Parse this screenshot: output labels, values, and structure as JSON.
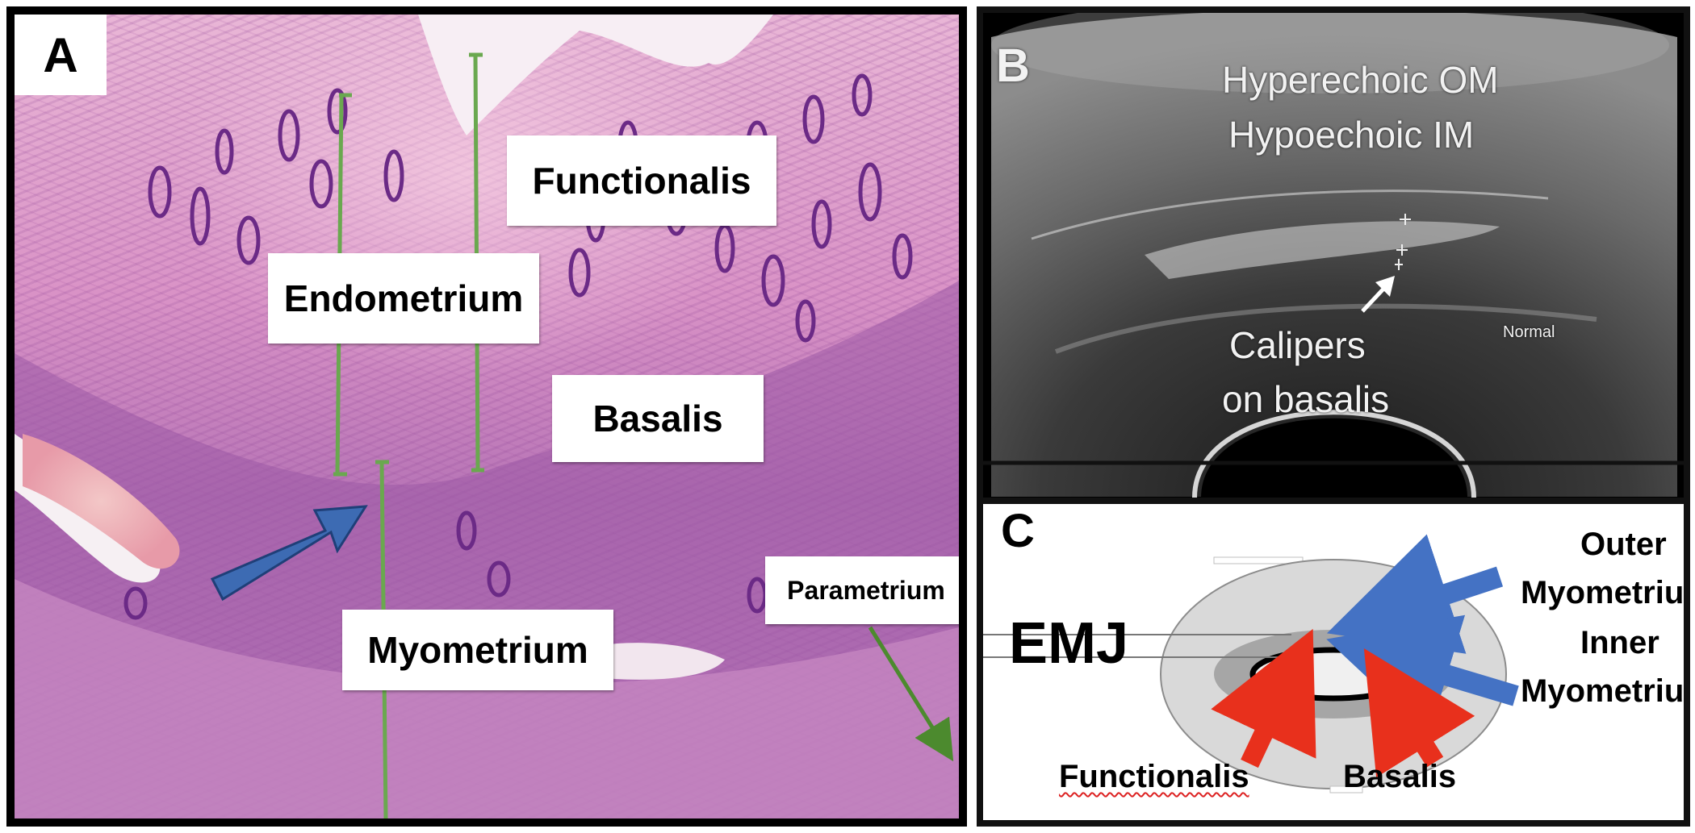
{
  "panel_a": {
    "letter": "A",
    "labels": {
      "functionalis": "Functionalis",
      "endometrium": "Endometrium",
      "basalis": "Basalis",
      "myometrium": "Myometrium",
      "parametrium": "Parametrium"
    },
    "colors": {
      "stain_pink": "#e9b6d6",
      "stain_purple": "#8a3f95",
      "measure_line": "#6aa84f",
      "arrow_blue": "#3d6bb3"
    }
  },
  "panel_b": {
    "letter": "B",
    "line1": "Hyperechoic OM",
    "line2": "Hypoechoic IM",
    "callout_line1": "Calipers",
    "callout_line2": "on basalis",
    "mode": "Normal"
  },
  "panel_c": {
    "letter": "C",
    "emj": "EMJ",
    "outer_line1": "Outer",
    "outer_line2": "Myometrium",
    "inner_line1": "Inner",
    "inner_line2": "Myometrium",
    "functionalis": "Functionalis",
    "basalis": "Basalis",
    "colors": {
      "arrow_blue": "#4472c4",
      "arrow_red": "#e8301c",
      "outer_gray": "#d9d9d9",
      "inner_gray": "#a6a6a6"
    }
  }
}
